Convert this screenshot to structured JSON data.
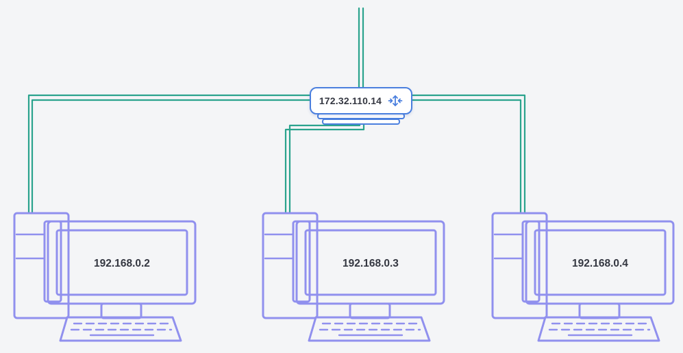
{
  "router": {
    "ip": "172.32.110.14",
    "icon": "transfer-arrows-icon"
  },
  "nodes": [
    {
      "ip": "192.168.0.2"
    },
    {
      "ip": "192.168.0.3"
    },
    {
      "ip": "192.168.0.4"
    }
  ],
  "colors": {
    "bg": "#f4f5f7",
    "pc": "#9090ee",
    "link": "#2aa38d",
    "router-border": "#4a7fde",
    "router-bg": "#ffffff",
    "ink": "#343741"
  }
}
